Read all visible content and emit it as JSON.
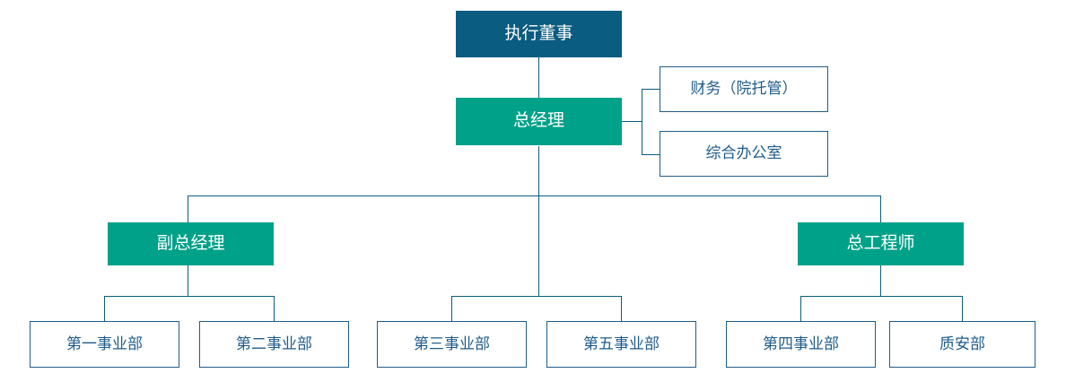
{
  "chart_data": {
    "type": "diagram",
    "diagram_type": "org-chart",
    "title": "",
    "orientation": "top-down",
    "colors": {
      "executive_fill": "#0a5c80",
      "manager_fill": "#00a189",
      "department_fill": "#ffffff",
      "department_border": "#1f5c8c",
      "department_text": "#1f5c8c",
      "connector": "#0b5c80",
      "node_text_light": "#ffffff",
      "background": "#ffffff"
    },
    "levels": [
      {
        "level": 1,
        "labels": [
          "执行董事"
        ]
      },
      {
        "level": 2,
        "labels": [
          "总经理"
        ]
      },
      {
        "level": 2,
        "labels": [
          "财务（院托管）",
          "综合办公室"
        ],
        "note": "staff units attached to 总经理"
      },
      {
        "level": 3,
        "labels": [
          "副总经理",
          "总工程师"
        ]
      },
      {
        "level": 4,
        "labels": [
          "第一事业部",
          "第二事业部",
          "第三事业部",
          "第五事业部",
          "第四事业部",
          "质安部"
        ]
      }
    ],
    "edges": [
      {
        "from": "执行董事",
        "to": "总经理"
      },
      {
        "from": "总经理",
        "to": "财务（院托管）"
      },
      {
        "from": "总经理",
        "to": "综合办公室"
      },
      {
        "from": "总经理",
        "to": "副总经理"
      },
      {
        "from": "总经理",
        "to": "总工程师"
      },
      {
        "from": "总经理",
        "to": "第三事业部"
      },
      {
        "from": "总经理",
        "to": "第五事业部"
      },
      {
        "from": "副总经理",
        "to": "第一事业部"
      },
      {
        "from": "副总经理",
        "to": "第二事业部"
      },
      {
        "from": "总工程师",
        "to": "第四事业部"
      },
      {
        "from": "总工程师",
        "to": "质安部"
      }
    ]
  },
  "nodes": {
    "executive_director": {
      "label": "执行董事"
    },
    "general_manager": {
      "label": "总经理"
    },
    "finance": {
      "label": "财务（院托管）"
    },
    "general_office": {
      "label": "综合办公室"
    },
    "deputy_general_manager": {
      "label": "副总经理"
    },
    "chief_engineer": {
      "label": "总工程师"
    },
    "division_1": {
      "label": "第一事业部"
    },
    "division_2": {
      "label": "第二事业部"
    },
    "division_3": {
      "label": "第三事业部"
    },
    "division_5": {
      "label": "第五事业部"
    },
    "division_4": {
      "label": "第四事业部"
    },
    "quality_safety": {
      "label": "质安部"
    }
  }
}
